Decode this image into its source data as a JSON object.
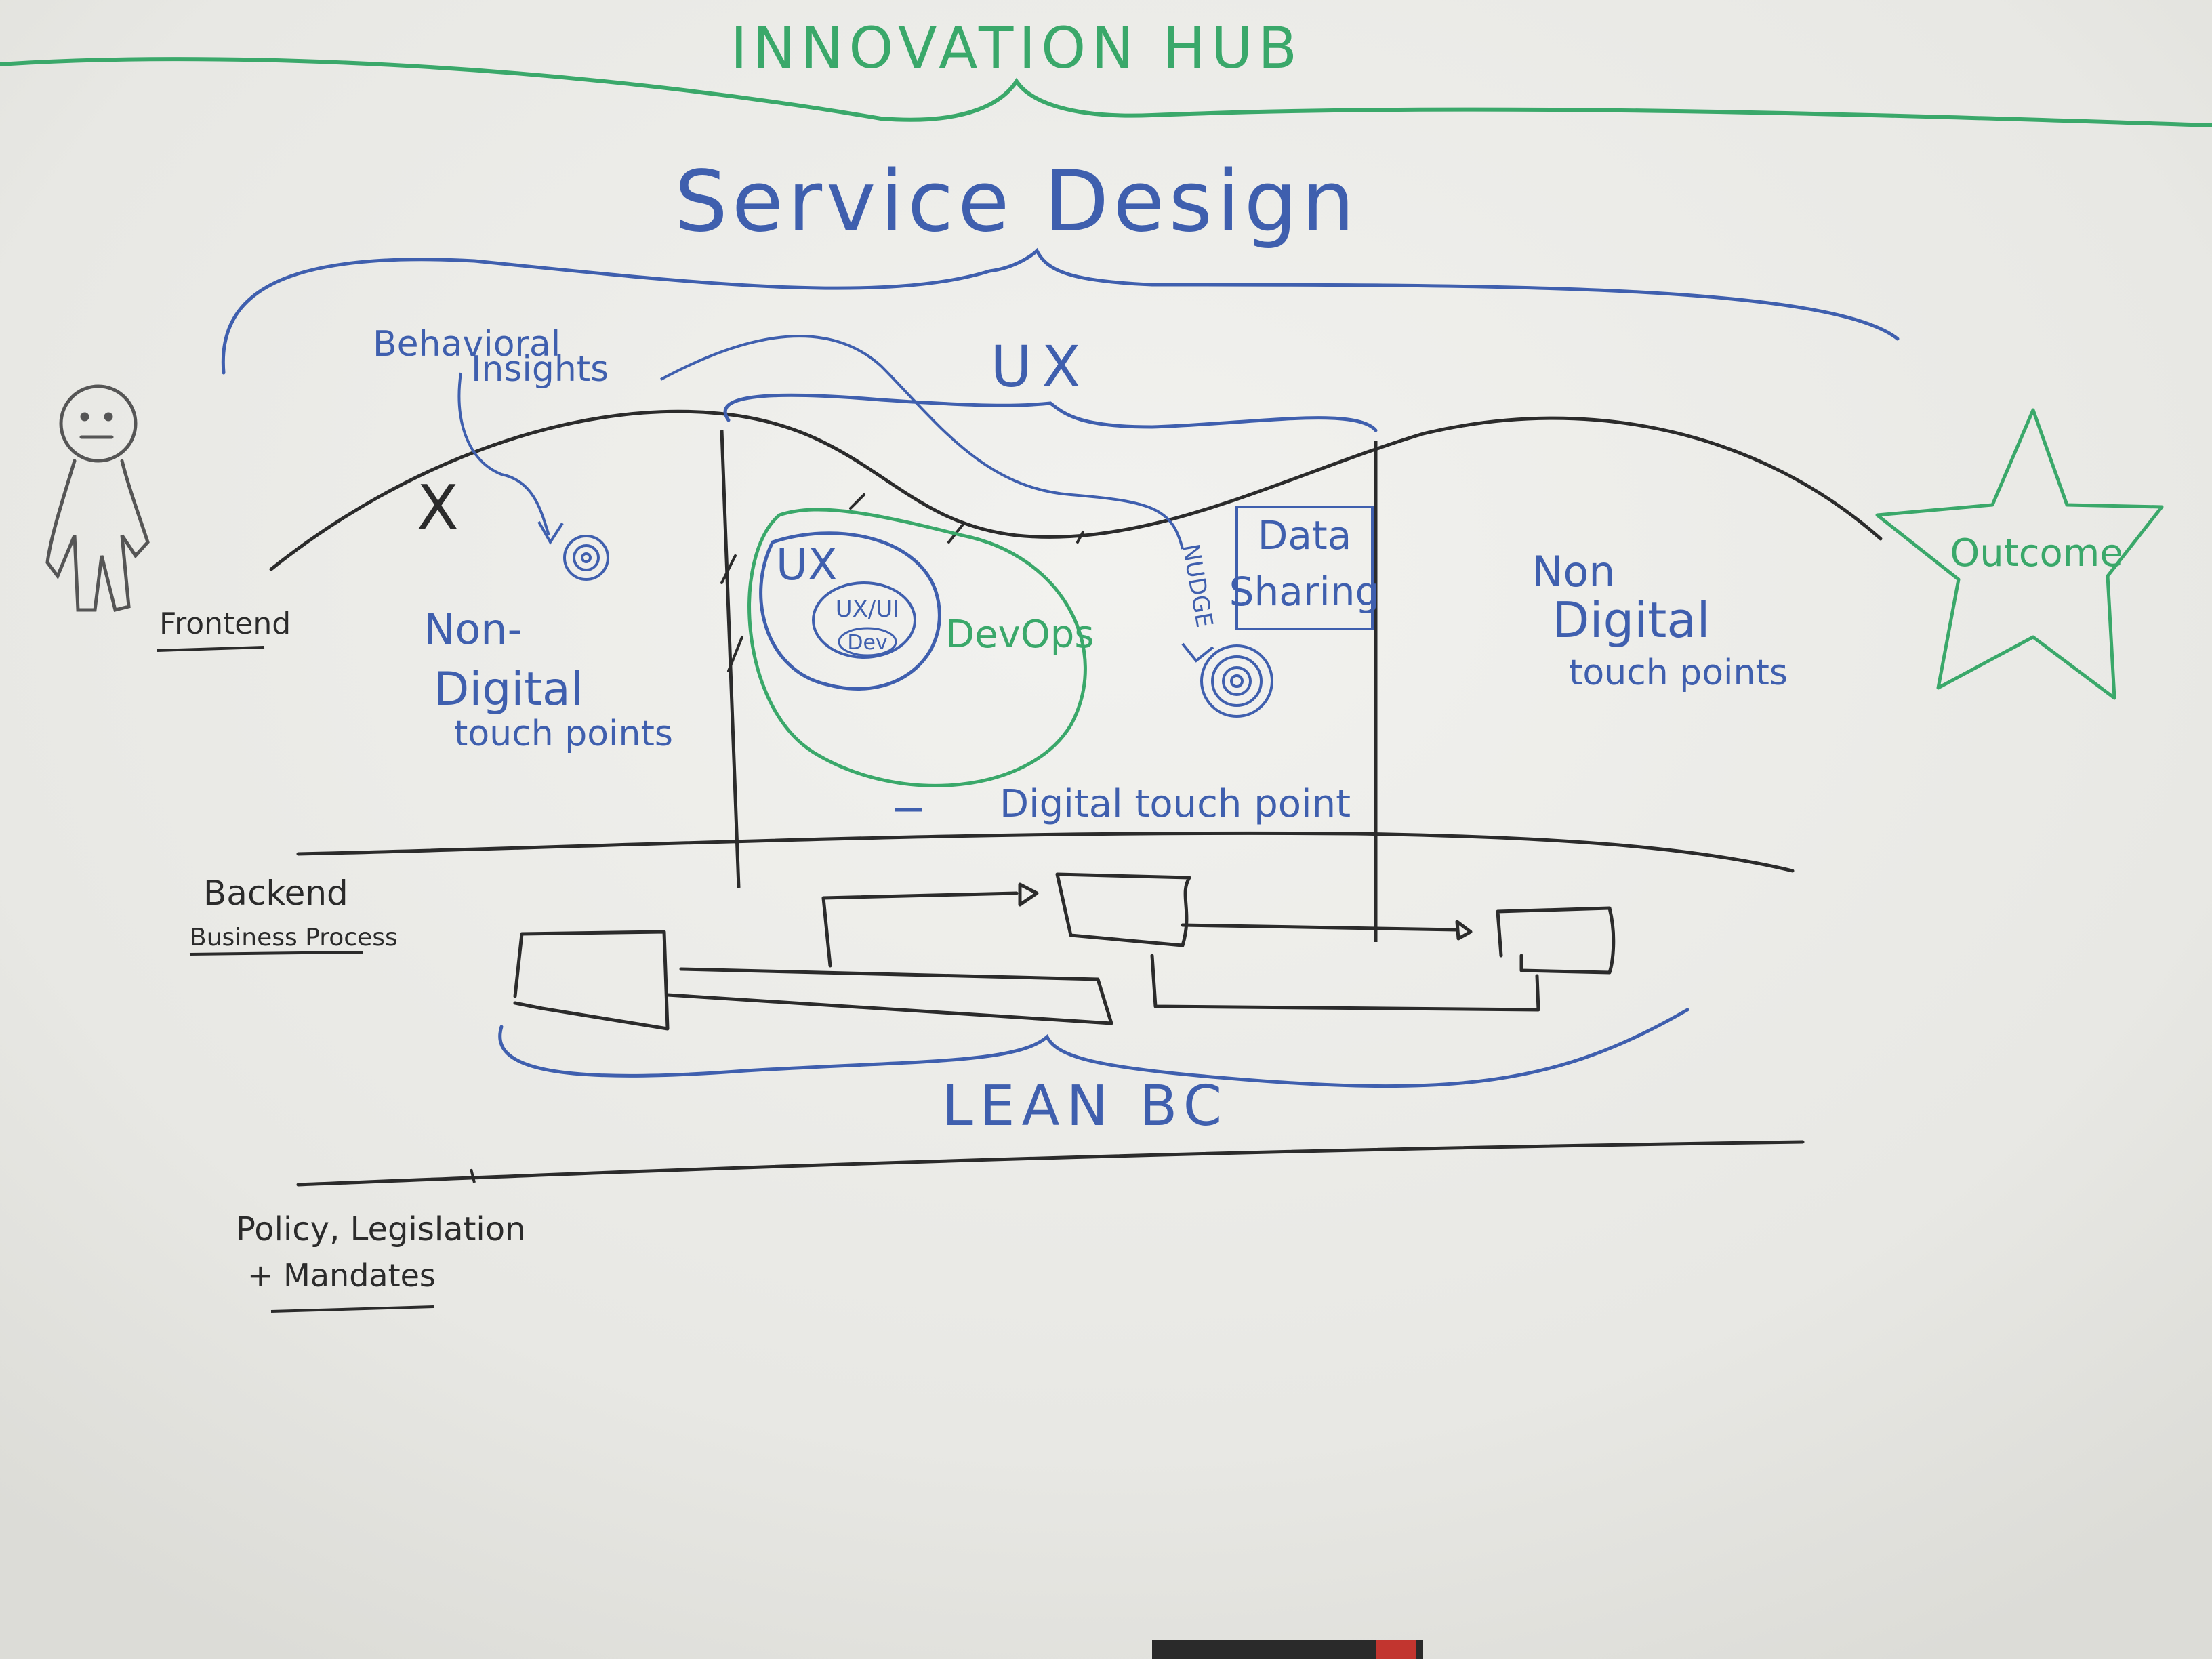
{
  "colors": {
    "board": "#ecece9",
    "green": "#3aa86a",
    "blue": "#3f5fae",
    "blue_light": "#5b7fc8",
    "black": "#2b2b2b"
  },
  "header": {
    "title": "INNOVATION HUB"
  },
  "service": {
    "title": "Service Design"
  },
  "ux_top": {
    "label": "UX"
  },
  "behavioral": {
    "line1": "Behavioral",
    "line2": "Insights"
  },
  "frontend": {
    "label": "Frontend"
  },
  "left_ndtp": {
    "line1": "Non-",
    "line2": "Digital",
    "line3": "touch points"
  },
  "inner": {
    "ux": "UX",
    "uxui": "UX/UI",
    "dev": "Dev",
    "devops": "DevOps"
  },
  "nudge": {
    "label": "NUDGE"
  },
  "data_sharing": {
    "line1": "Data",
    "line2": "Sharing"
  },
  "right_ndtp": {
    "line1": "Non",
    "line2": "Digital",
    "line3": "touch points"
  },
  "outcome": {
    "label": "Outcome"
  },
  "digital": {
    "label": "Digital touch point"
  },
  "backend": {
    "line1": "Backend",
    "line2": "Business Process"
  },
  "lean": {
    "label": "LEAN BC"
  },
  "policy": {
    "line1": "Policy, Legislation",
    "line2": "+ Mandates"
  }
}
